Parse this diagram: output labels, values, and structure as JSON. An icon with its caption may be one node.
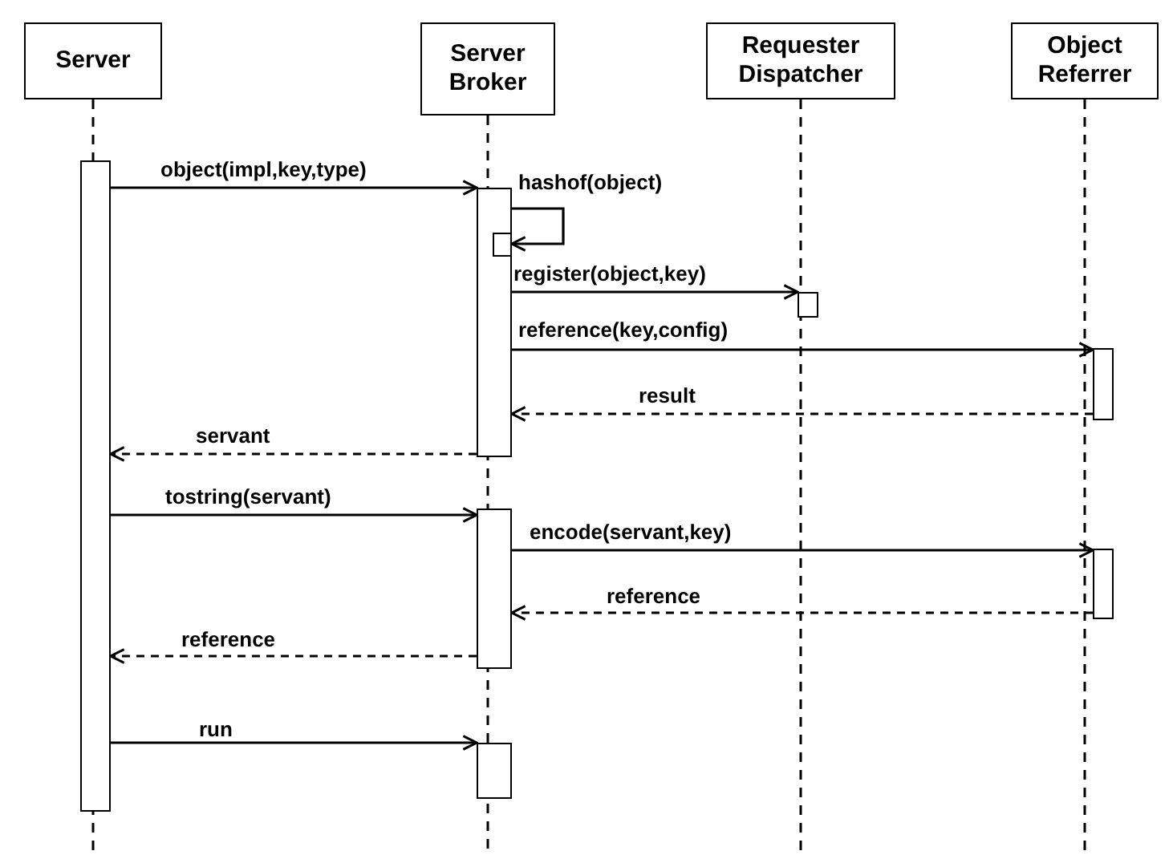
{
  "diagram": {
    "nodes": [
      {
        "text": [
          "Server"
        ]
      },
      {
        "text": [
          "Server Broker"
        ]
      },
      {
        "text": [
          "Requester Dispatcher"
        ]
      },
      {
        "text": [
          "Object Referrer"
        ]
      },
      {
        "text": [],
        "shape": "bar"
      },
      {
        "text": [],
        "shape": "bar"
      },
      {
        "text": [],
        "shape": "bar",
        "in": 5
      },
      {
        "text": [],
        "shape": "bar"
      },
      {
        "text": [],
        "shape": "bar"
      },
      {
        "text": [],
        "shape": "bar"
      },
      {
        "text": [],
        "shape": "bar"
      },
      {
        "text": [],
        "shape": "bar"
      }
    ],
    "edges": [
      {
        "from": 4,
        "to": 5,
        "arrow": "to",
        "label": "object(impl,key,type)"
      },
      {
        "from": 5,
        "to": 6,
        "arrow": "to",
        "label": "hashof(object)"
      },
      {
        "from": 5,
        "to": 7,
        "arrow": "to",
        "label": "register(object,key)"
      },
      {
        "from": 5,
        "to": 8,
        "arrow": "to",
        "label": "reference(key,config)"
      },
      {
        "from": 8,
        "to": 5,
        "arrow": "to",
        "label": "result",
        "style": "dashed"
      },
      {
        "from": 5,
        "to": 4,
        "arrow": "to",
        "label": "servant",
        "style": "dashed"
      },
      {
        "from": 4,
        "to": 9,
        "arrow": "to",
        "label": "tostring(servant)"
      },
      {
        "from": 9,
        "to": 10,
        "arrow": "to",
        "label": "encode(servant,key)"
      },
      {
        "from": 10,
        "to": 9,
        "arrow": "to",
        "label": "reference",
        "style": "dashed"
      },
      {
        "from": 9,
        "to": 4,
        "arrow": "to",
        "label": "reference",
        "style": "dashed"
      },
      {
        "from": 4,
        "to": 11,
        "arrow": "to",
        "label": "run"
      }
    ]
  }
}
